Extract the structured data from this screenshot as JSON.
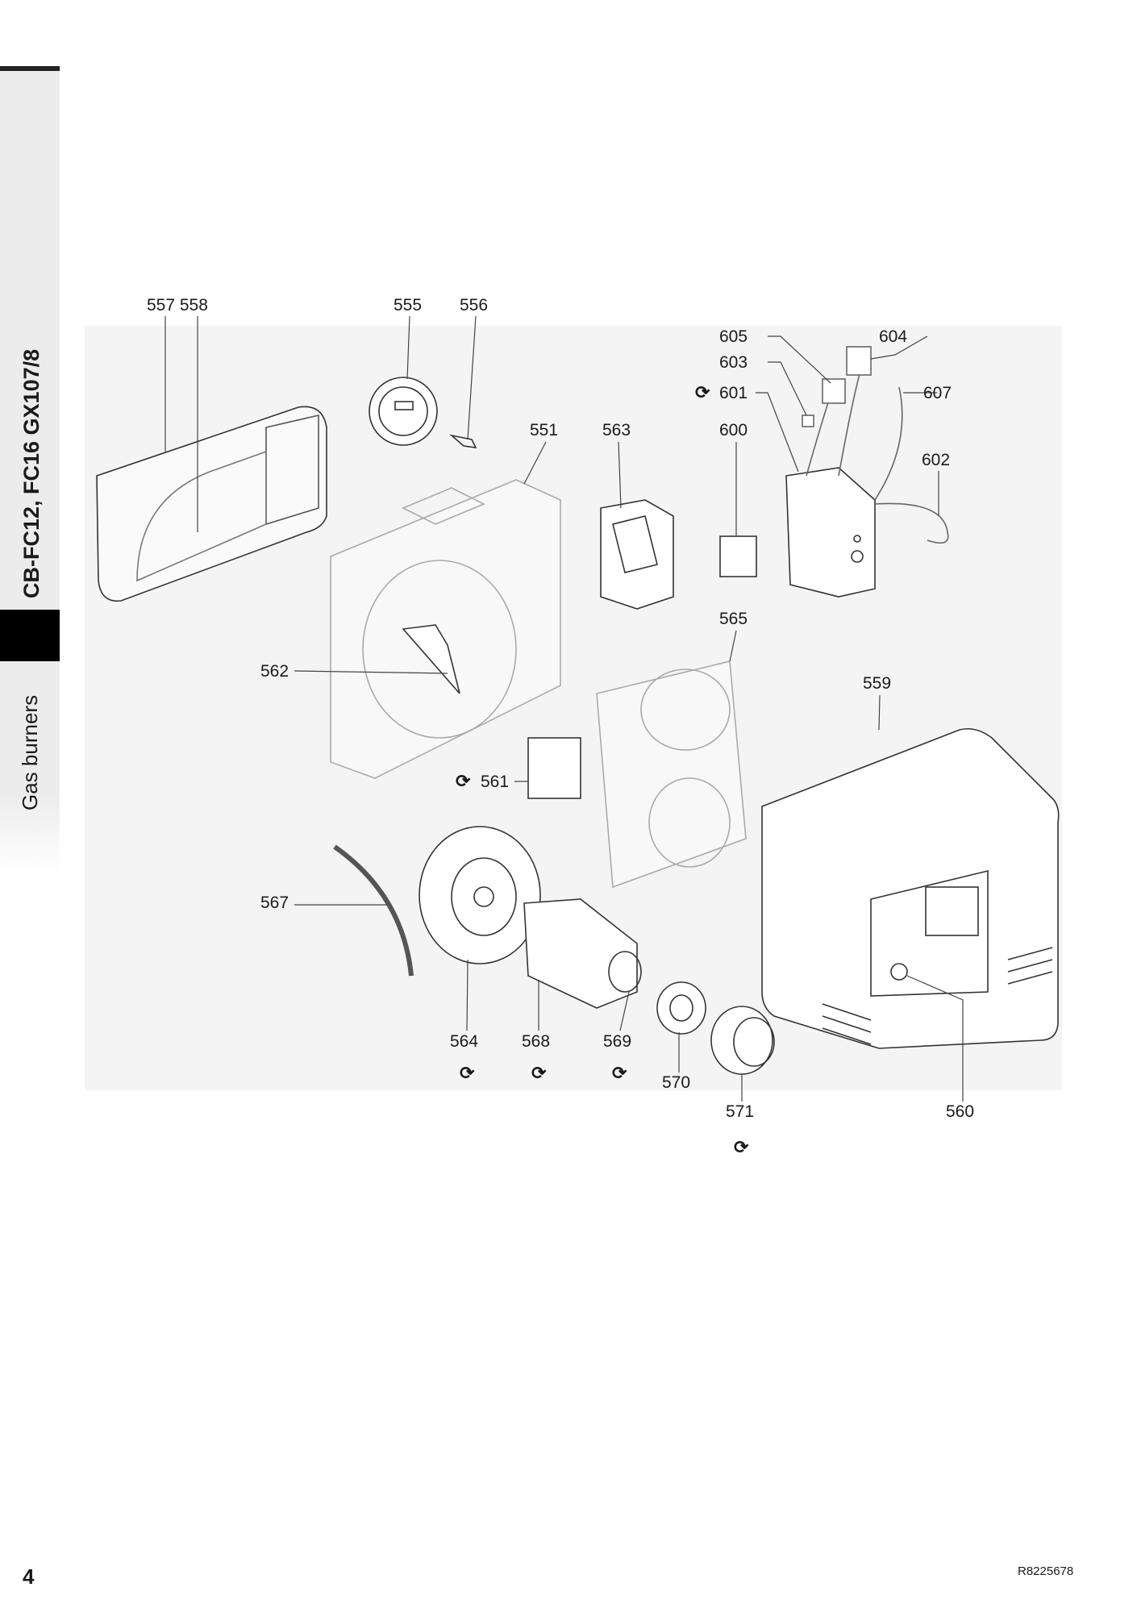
{
  "sidebar": {
    "model": "CB-FC12, FC16 GX107/8",
    "section": "Gas burners"
  },
  "labels": {
    "l557_558": "557 558",
    "l555": "555",
    "l556": "556",
    "l551": "551",
    "l563": "563",
    "l605": "605",
    "l603": "603",
    "l601": "601",
    "l604": "604",
    "l607": "607",
    "l600": "600",
    "l602": "602",
    "l565": "565",
    "l562": "562",
    "l559": "559",
    "l561": "561",
    "l567": "567",
    "l564": "564",
    "l568": "568",
    "l569": "569",
    "l570": "570",
    "l571": "571",
    "l560": "560"
  },
  "icons": {
    "spare_part_symbol": "recycle-arrows-icon",
    "glyph": "⟳"
  },
  "footer": {
    "page_number": "4",
    "reference": "R8225678"
  }
}
